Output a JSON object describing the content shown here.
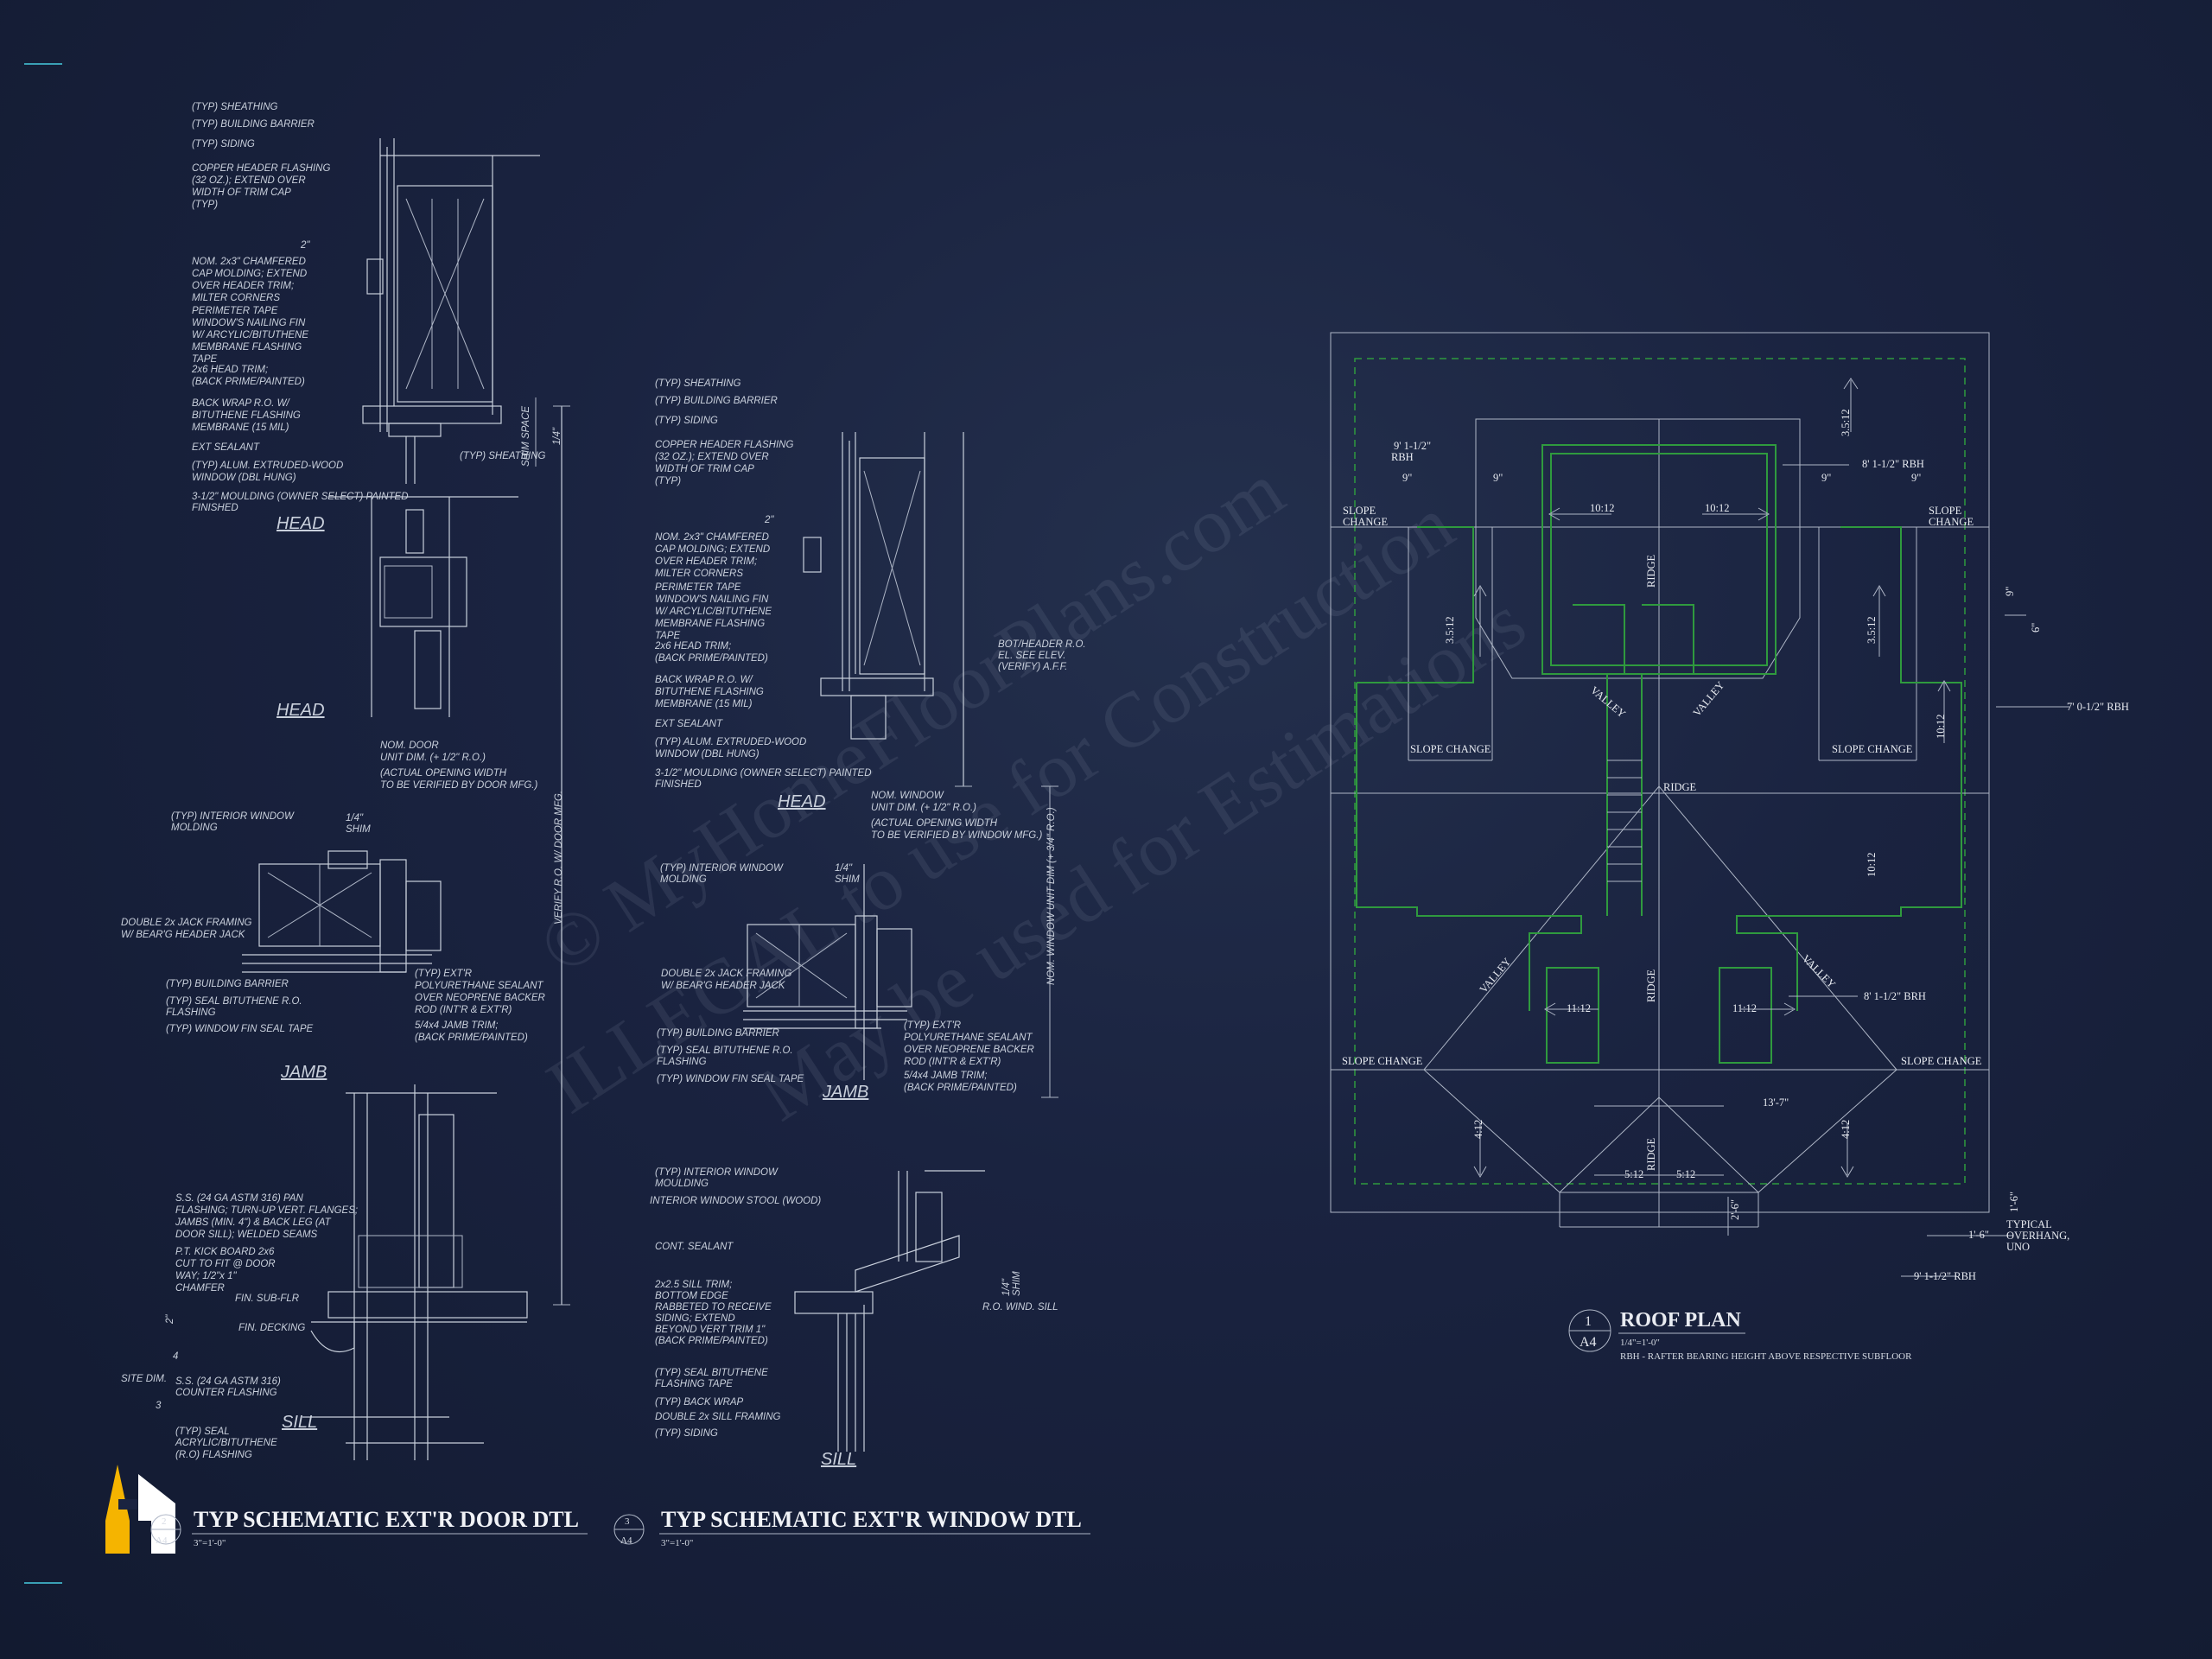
{
  "door_detail": {
    "title": "TYP SCHEMATIC EXT'R DOOR DTL",
    "scale": "3\"=1'-0\"",
    "number": "2",
    "sheet": "A4",
    "sections": {
      "head1": "HEAD",
      "head2": "HEAD",
      "jamb": "JAMB",
      "sill": "SILL"
    },
    "notes": {
      "n1": "(TYP) SHEATHING",
      "n2": "(TYP) BUILDING BARRIER",
      "n3": "(TYP) SIDING",
      "n4a": "COPPER HEADER FLASHING",
      "n4b": "(32 OZ.); EXTEND OVER",
      "n4c": "WIDTH OF TRIM CAP",
      "n4d": "(TYP)",
      "n5a": "NOM. 2x3\" CHAMFERED",
      "n5b": "CAP MOLDING; EXTEND",
      "n5c": "OVER HEADER TRIM;",
      "n5d": "MILTER CORNERS",
      "n6a": "PERIMETER TAPE",
      "n6b": "WINDOW'S NAILING FIN",
      "n6c": "W/ ARCYLIC/BITUTHENE",
      "n6d": "MEMBRANE FLASHING",
      "n6e": "TAPE",
      "n7a": "2x6 HEAD TRIM;",
      "n7b": "(BACK PRIME/PAINTED)",
      "n8a": "BACK WRAP R.O. W/",
      "n8b": "BITUTHENE FLASHING",
      "n8c": "MEMBRANE (15 MIL)",
      "n9": "EXT SEALANT",
      "n10a": "(TYP) ALUM. EXTRUDED-WOOD",
      "n10b": "WINDOW (DBL HUNG)",
      "n11a": "3-1/2\" MOULDING (OWNER SELECT) PAINTED",
      "n11b": "FINISHED",
      "n12": "(TYP) SHEATHING",
      "shim": "SHIM SPACE",
      "quarter": "1/4\"",
      "two": "2\"",
      "unit_a": "NOM. DOOR",
      "unit_b": "UNIT DIM. (+ 1/2\" R.O.)",
      "unit_c": "(ACTUAL OPENING WIDTH",
      "unit_d": "TO BE VERIFIED BY DOOR MFG.)",
      "verify": "VERIFY R.O. W/ DOOR MFG.",
      "j1a": "(TYP) INTERIOR WINDOW",
      "j1b": "MOLDING",
      "j2a": "1/4\"",
      "j2b": "SHIM",
      "j3a": "DOUBLE 2x JACK FRAMING",
      "j3b": "W/ BEAR'G HEADER JACK",
      "j4": "(TYP) BUILDING BARRIER",
      "j5a": "(TYP) SEAL BITUTHENE R.O.",
      "j5b": "FLASHING",
      "j6": "(TYP) WINDOW FIN SEAL TAPE",
      "j7a": "(TYP) EXT'R",
      "j7b": "POLYURETHANE SEALANT",
      "j7c": "OVER NEOPRENE BACKER",
      "j7d": "ROD (INT'R & EXT'R)",
      "j8a": "5/4x4 JAMB TRIM;",
      "j8b": "(BACK PRIME/PAINTED)",
      "s1a": "S.S. (24 GA ASTM 316) PAN",
      "s1b": "FLASHING; TURN-UP VERT. FLANGES;",
      "s1c": "JAMBS (MIN. 4\") & BACK LEG (AT",
      "s1d": "DOOR SILL); WELDED SEAMS",
      "s2a": "P.T. KICK BOARD 2x6",
      "s2b": "CUT TO FIT @ DOOR",
      "s2c": "WAY; 1/2\"x 1\"",
      "s2d": "CHAMFER",
      "s3": "FIN. SUB-FLR",
      "s4": "FIN. DECKING",
      "s5": "SITE DIM.",
      "s6a": "S.S. (24 GA ASTM 316)",
      "s6b": "COUNTER FLASHING",
      "s7a": "(TYP) SEAL",
      "s7b": "ACRYLIC/BITUTHENE",
      "s7c": "(R.O) FLASHING",
      "two_b": "2\"",
      "four": "4",
      "three": "3"
    }
  },
  "window_detail": {
    "title": "TYP SCHEMATIC EXT'R WINDOW DTL",
    "scale": "3\"=1'-0\"",
    "number": "3",
    "sheet": "A4",
    "sections": {
      "head": "HEAD",
      "jamb": "JAMB",
      "sill": "SILL"
    },
    "notes": {
      "n1": "(TYP) SHEATHING",
      "n2": "(TYP) BUILDING BARRIER",
      "n3": "(TYP) SIDING",
      "n4a": "COPPER HEADER FLASHING",
      "n4b": "(32 OZ.); EXTEND OVER",
      "n4c": "WIDTH OF TRIM CAP",
      "n4d": "(TYP)",
      "n5a": "NOM. 2x3\" CHAMFERED",
      "n5b": "CAP MOLDING; EXTEND",
      "n5c": "OVER HEADER TRIM;",
      "n5d": "MILTER CORNERS",
      "n6a": "PERIMETER TAPE",
      "n6b": "WINDOW'S NAILING FIN",
      "n6c": "W/ ARCYLIC/BITUTHENE",
      "n6d": "MEMBRANE FLASHING",
      "n6e": "TAPE",
      "n7a": "2x6 HEAD TRIM;",
      "n7b": "(BACK PRIME/PAINTED)",
      "n8a": "BACK WRAP R.O. W/",
      "n8b": "BITUTHENE FLASHING",
      "n8c": "MEMBRANE (15 MIL)",
      "n9": "EXT SEALANT",
      "n10a": "(TYP) ALUM. EXTRUDED-WOOD",
      "n10b": "WINDOW (DBL HUNG)",
      "n11a": "3-1/2\" MOULDING (OWNER SELECT) PAINTED",
      "n11b": "FINISHED",
      "bot_a": "BOT/HEADER R.O.",
      "bot_b": "EL. SEE ELEV.",
      "bot_c": "(VERIFY) A.F.F.",
      "two": "2\"",
      "unit_a": "NOM. WINDOW",
      "unit_b": "UNIT DIM. (+ 1/2\" R.O.)",
      "unit_c": "(ACTUAL OPENING WIDTH",
      "unit_d": "TO BE VERIFIED BY WINDOW MFG.)",
      "nom_vert": "NOM. WINDOW UNIT DIM (+ 3/4\" R.O.)",
      "j1a": "(TYP) INTERIOR WINDOW",
      "j1b": "MOLDING",
      "j2a": "1/4\"",
      "j2b": "SHIM",
      "j3a": "DOUBLE 2x JACK FRAMING",
      "j3b": "W/ BEAR'G HEADER JACK",
      "j4": "(TYP) BUILDING BARRIER",
      "j5a": "(TYP) SEAL BITUTHENE R.O.",
      "j5b": "FLASHING",
      "j6": "(TYP) WINDOW FIN SEAL TAPE",
      "j7a": "(TYP) EXT'R",
      "j7b": "POLYURETHANE SEALANT",
      "j7c": "OVER NEOPRENE BACKER",
      "j7d": "ROD (INT'R & EXT'R)",
      "j8a": "5/4x4 JAMB TRIM;",
      "j8b": "(BACK PRIME/PAINTED)",
      "s1a": "(TYP) INTERIOR WINDOW",
      "s1b": "MOULDING",
      "s2": "INTERIOR WINDOW STOOL (WOOD)",
      "s3": "CONT. SEALANT",
      "s4a": "2x2.5 SILL TRIM;",
      "s4b": "BOTTOM EDGE",
      "s4c": "RABBETED TO RECEIVE",
      "s4d": "SIDING; EXTEND",
      "s4e": "BEYOND VERT TRIM 1\"",
      "s4f": "(BACK PRIME/PAINTED)",
      "s5a": "(TYP) SEAL BITUTHENE",
      "s5b": "FLASHING TAPE",
      "s6": "(TYP) BACK WRAP",
      "s7": "DOUBLE 2x SILL FRAMING",
      "s8": "(TYP) SIDING",
      "s9": "R.O. WIND. SILL",
      "s10a": "1/4\"",
      "s10b": "SHIM"
    }
  },
  "roof_plan": {
    "title": "ROOF PLAN",
    "number": "1",
    "sheet": "A4",
    "scale": "1/4\"=1'-0\"",
    "note": "RBH - RAFTER BEARING HEIGHT ABOVE RESPECTIVE SUBFLOOR",
    "labels": {
      "rbh1a": "9' 1-1/2\"",
      "rbh1b": "RBH",
      "rbh2": "8' 1-1/2\" RBH",
      "rbh3": "7' 0-1/2\" RBH",
      "rbh4": "8' 1-1/2\" BRH",
      "rbh5": "9' 1-1/2\" RBH",
      "slope_change": "SLOPE CHANGE",
      "change": "CHANGE",
      "slope_change_word": "SLOPE",
      "ridge": "RIDGE",
      "valley": "VALLEY",
      "p1012": "10:12",
      "p3512": "3.5:12",
      "p1112": "11:12",
      "p412": "4:12",
      "p512": "5:12",
      "d9": "9\"",
      "d6": "6\"",
      "d137": "13'-7\"",
      "d26": "2'-6\"",
      "d16": "1'-6\"",
      "typ_a": "TYPICAL",
      "typ_b": "OVERHANG,",
      "typ_c": "UNO"
    }
  },
  "watermark": {
    "line1": "© MyHomeFloorPlans.com",
    "line2": "ILLEGAL to use for Construction",
    "line3": "May be used for Estimations"
  },
  "colors": {
    "background": "#1a2340",
    "linework": "#c9d0dc",
    "roof_lines": "#2f9a3e",
    "logo": "#f5b400"
  },
  "icons": {
    "logo": "home-logo-icon"
  }
}
